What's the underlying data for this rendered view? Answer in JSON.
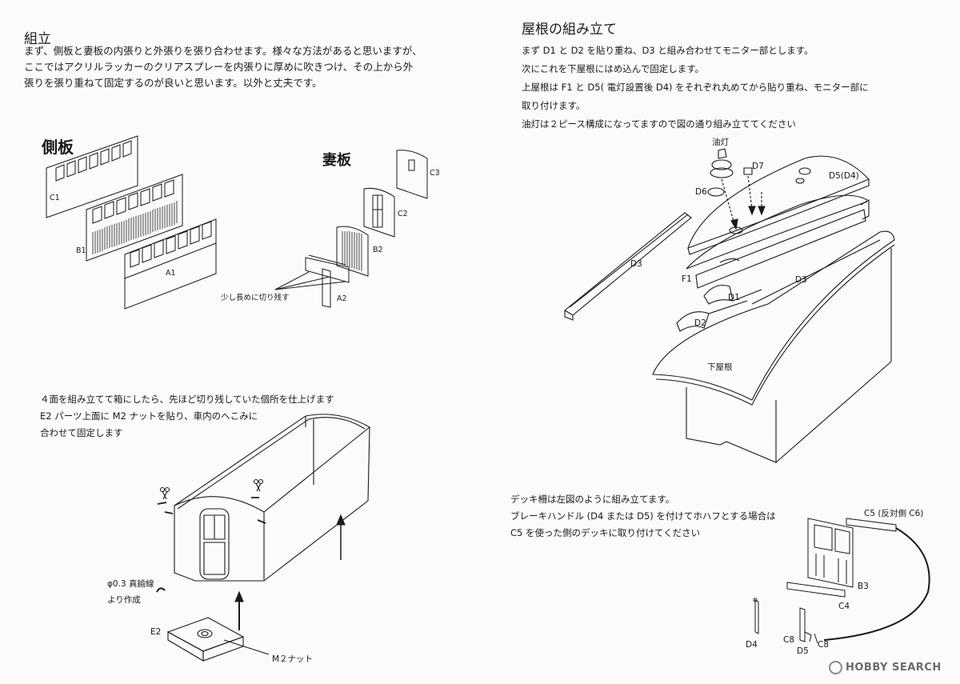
{
  "left": {
    "heading": "組立",
    "para": [
      "まず、側板と妻板の内張りと外張りを張り合わせます。様々な方法があると思いますが、",
      "ここではアクリルラッカーのクリアスプレーを内張りに厚めに吹きつけ、その上から外",
      "張りを張り重ねて固定するのが良いと思います。以外と丈夫です。"
    ],
    "side_title": "側板",
    "end_title": "妻板",
    "parts": {
      "c1": "C1",
      "b1": "B1",
      "a1": "A1",
      "c3": "C3",
      "c2": "C2",
      "b2": "B2",
      "a2": "A2"
    },
    "cut_note": "少し長めに切り残す",
    "box_text": [
      "４面を組み立てて箱にしたら、先ほど切り残していた個所を仕上げます",
      "E2 パーツ上面に M2 ナットを貼り、車内のへこみに",
      "合わせて固定します"
    ],
    "wire_note": [
      "φ0.3 真鍮線",
      "より作成"
    ],
    "e2": "E2",
    "nut": "M２ナット"
  },
  "right": {
    "heading": "屋根の組み立て",
    "text": [
      "まず D1 と D2 を貼り重ね、D3 と組み合わせてモニター部とします。",
      "次にこれを下屋根にはめ込んで固定します。",
      "上屋根は F1 と D5( 電灯設置後 D4) をそれぞれ丸めてから貼り重ね、モニター部に",
      "取り付けます。",
      "油灯は２ピース構成になってますので図の通り組み立ててください"
    ],
    "labels": {
      "lamp": "油灯",
      "d7": "D7",
      "d6": "D6",
      "d5d4": "D5(D4)",
      "d3a": "D3",
      "d3b": "D3",
      "f1": "F1",
      "d1": "D1",
      "d2": "D2",
      "lower_roof": "下屋根"
    },
    "deck_text": [
      "デッキ柵は左図のように組み立てます。",
      "ブレーキハンドル (D4 または D5) を付けてホハフとする場合は",
      "C5 を使った側のデッキに取り付けてください"
    ],
    "deck_labels": {
      "c5": "C5 (反対側 C6)",
      "b3": "B3",
      "c4": "C4",
      "d4": "D4",
      "d5": "D5",
      "c8a": "C8",
      "c8b": "C8"
    }
  },
  "watermark": "HOBBY SEARCH",
  "colors": {
    "ink": "#1a1a1a",
    "paper": "#fbfbf9"
  }
}
